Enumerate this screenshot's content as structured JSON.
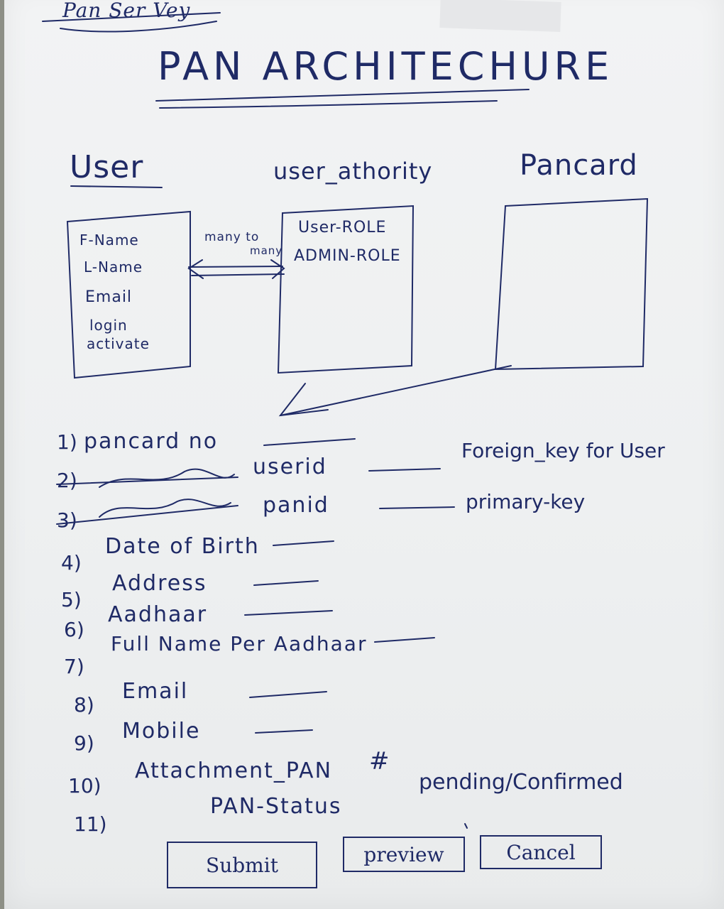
{
  "scribble_top": "Pan Ser Vey",
  "title": "PAN ARCHITECHURE",
  "headings": {
    "user": "User",
    "user_authority": "user_athority",
    "pancard": "Pancard"
  },
  "user_box": [
    "F-Name",
    "L-Name",
    "Email",
    "login",
    "activate"
  ],
  "relation_label": [
    "many to",
    "many"
  ],
  "authority_box": [
    "User-ROLE",
    "ADMIN-ROLE"
  ],
  "fields": [
    {
      "num": "1)",
      "label": "pancard no",
      "note": ""
    },
    {
      "num": "2)",
      "label": "userid",
      "note": "Foreign_key for User"
    },
    {
      "num": "3)",
      "label": "panid",
      "note": "primary-key"
    },
    {
      "num": "4)",
      "label": "Date of Birth",
      "note": ""
    },
    {
      "num": "5)",
      "label": "Address",
      "note": ""
    },
    {
      "num": "6)",
      "label": "Aadhaar",
      "note": ""
    },
    {
      "num": "7)",
      "label": "Full Name Per Aadhaar",
      "note": ""
    },
    {
      "num": "8)",
      "label": "Email",
      "note": ""
    },
    {
      "num": "9)",
      "label": "Mobile",
      "note": ""
    },
    {
      "num": "10)",
      "label": "Attachment_PAN",
      "note": "#"
    },
    {
      "num": "11)",
      "label": "PAN-Status",
      "note": "pending/Confirmed"
    }
  ],
  "buttons": {
    "submit": "Submit",
    "preview": "preview",
    "cancel": "Cancel"
  },
  "colors": {
    "ink": "#1f2a66",
    "paper": "#f0f1f2",
    "background": "#8d8f86"
  }
}
